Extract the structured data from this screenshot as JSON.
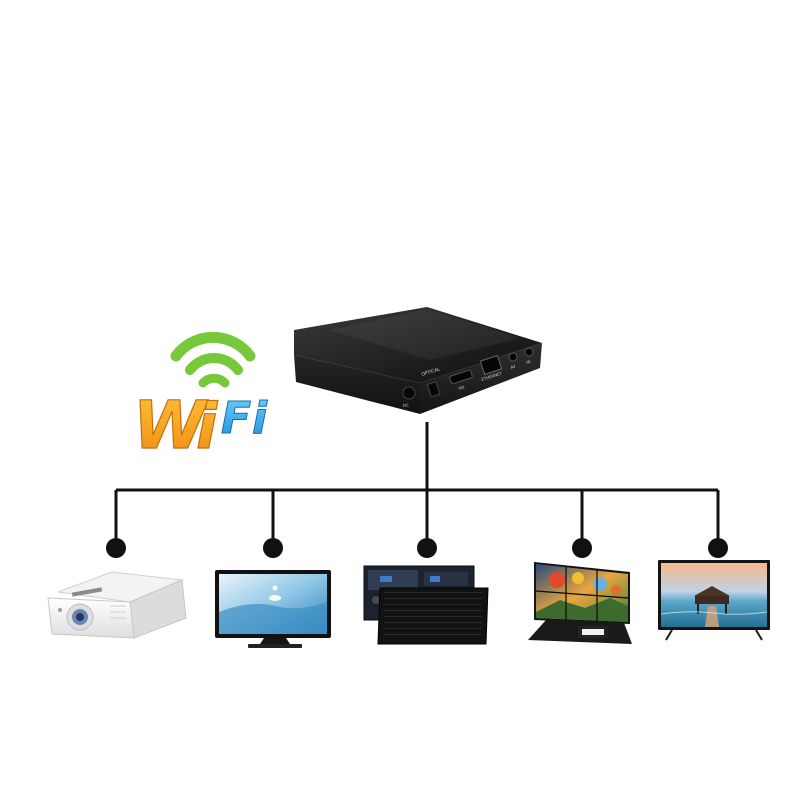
{
  "colors": {
    "line": "#111111",
    "box": "#1b1b1b",
    "wifi_orange": "#f6a21e",
    "wifi_blue": "#29a9e6",
    "wifi_green": "#77c83a"
  },
  "wifi_logo": {
    "letter_w": "W",
    "letter_i1": "i",
    "letter_f": "F",
    "letter_i2": "i"
  },
  "media_box": {
    "port_labels": {
      "dc": "DC",
      "optical": "OPTICAL",
      "hdmi": "HD",
      "ethernet": "ETHERNET",
      "av": "AV",
      "ir": "IR"
    }
  },
  "devices": [
    {
      "name": "projector-icon"
    },
    {
      "name": "lcd-monitor-icon"
    },
    {
      "name": "led-panel-icon"
    },
    {
      "name": "video-wall-icon"
    },
    {
      "name": "smart-tv-icon"
    }
  ]
}
